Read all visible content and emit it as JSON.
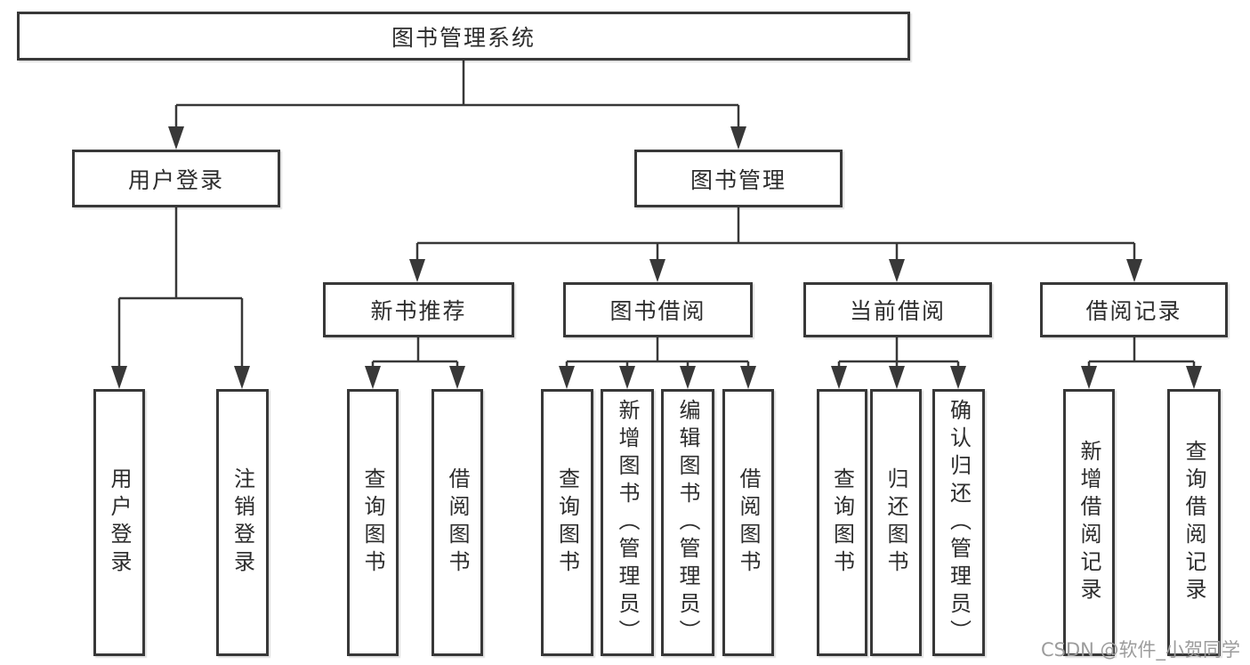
{
  "diagram": {
    "root": {
      "label": "图书管理系统"
    },
    "level2": {
      "user_login": {
        "label": "用户登录"
      },
      "book_mgmt": {
        "label": "图书管理"
      }
    },
    "level3": {
      "new_book_rec": {
        "label": "新书推荐"
      },
      "book_borrow": {
        "label": "图书借阅"
      },
      "current_borrow": {
        "label": "当前借阅"
      },
      "borrow_record": {
        "label": "借阅记录"
      }
    },
    "leaves": {
      "user_login": [
        "用户登录",
        "注销登录"
      ],
      "new_book_rec": [
        "查询图书",
        "借阅图书"
      ],
      "book_borrow": [
        "查询图书",
        "新增图书（管理员）",
        "编辑图书（管理员）",
        "借阅图书"
      ],
      "current_borrow": [
        "查询图书",
        "归还图书",
        "确认归还（管理员）"
      ],
      "borrow_record": [
        "新增借阅记录",
        "查询借阅记录"
      ]
    },
    "watermark": "CSDN @软件_小贺同学",
    "colors": {
      "line": "#383838",
      "text": "#2d2d2d",
      "watermark": "#9c9c9c",
      "background": "#ffffff"
    }
  }
}
